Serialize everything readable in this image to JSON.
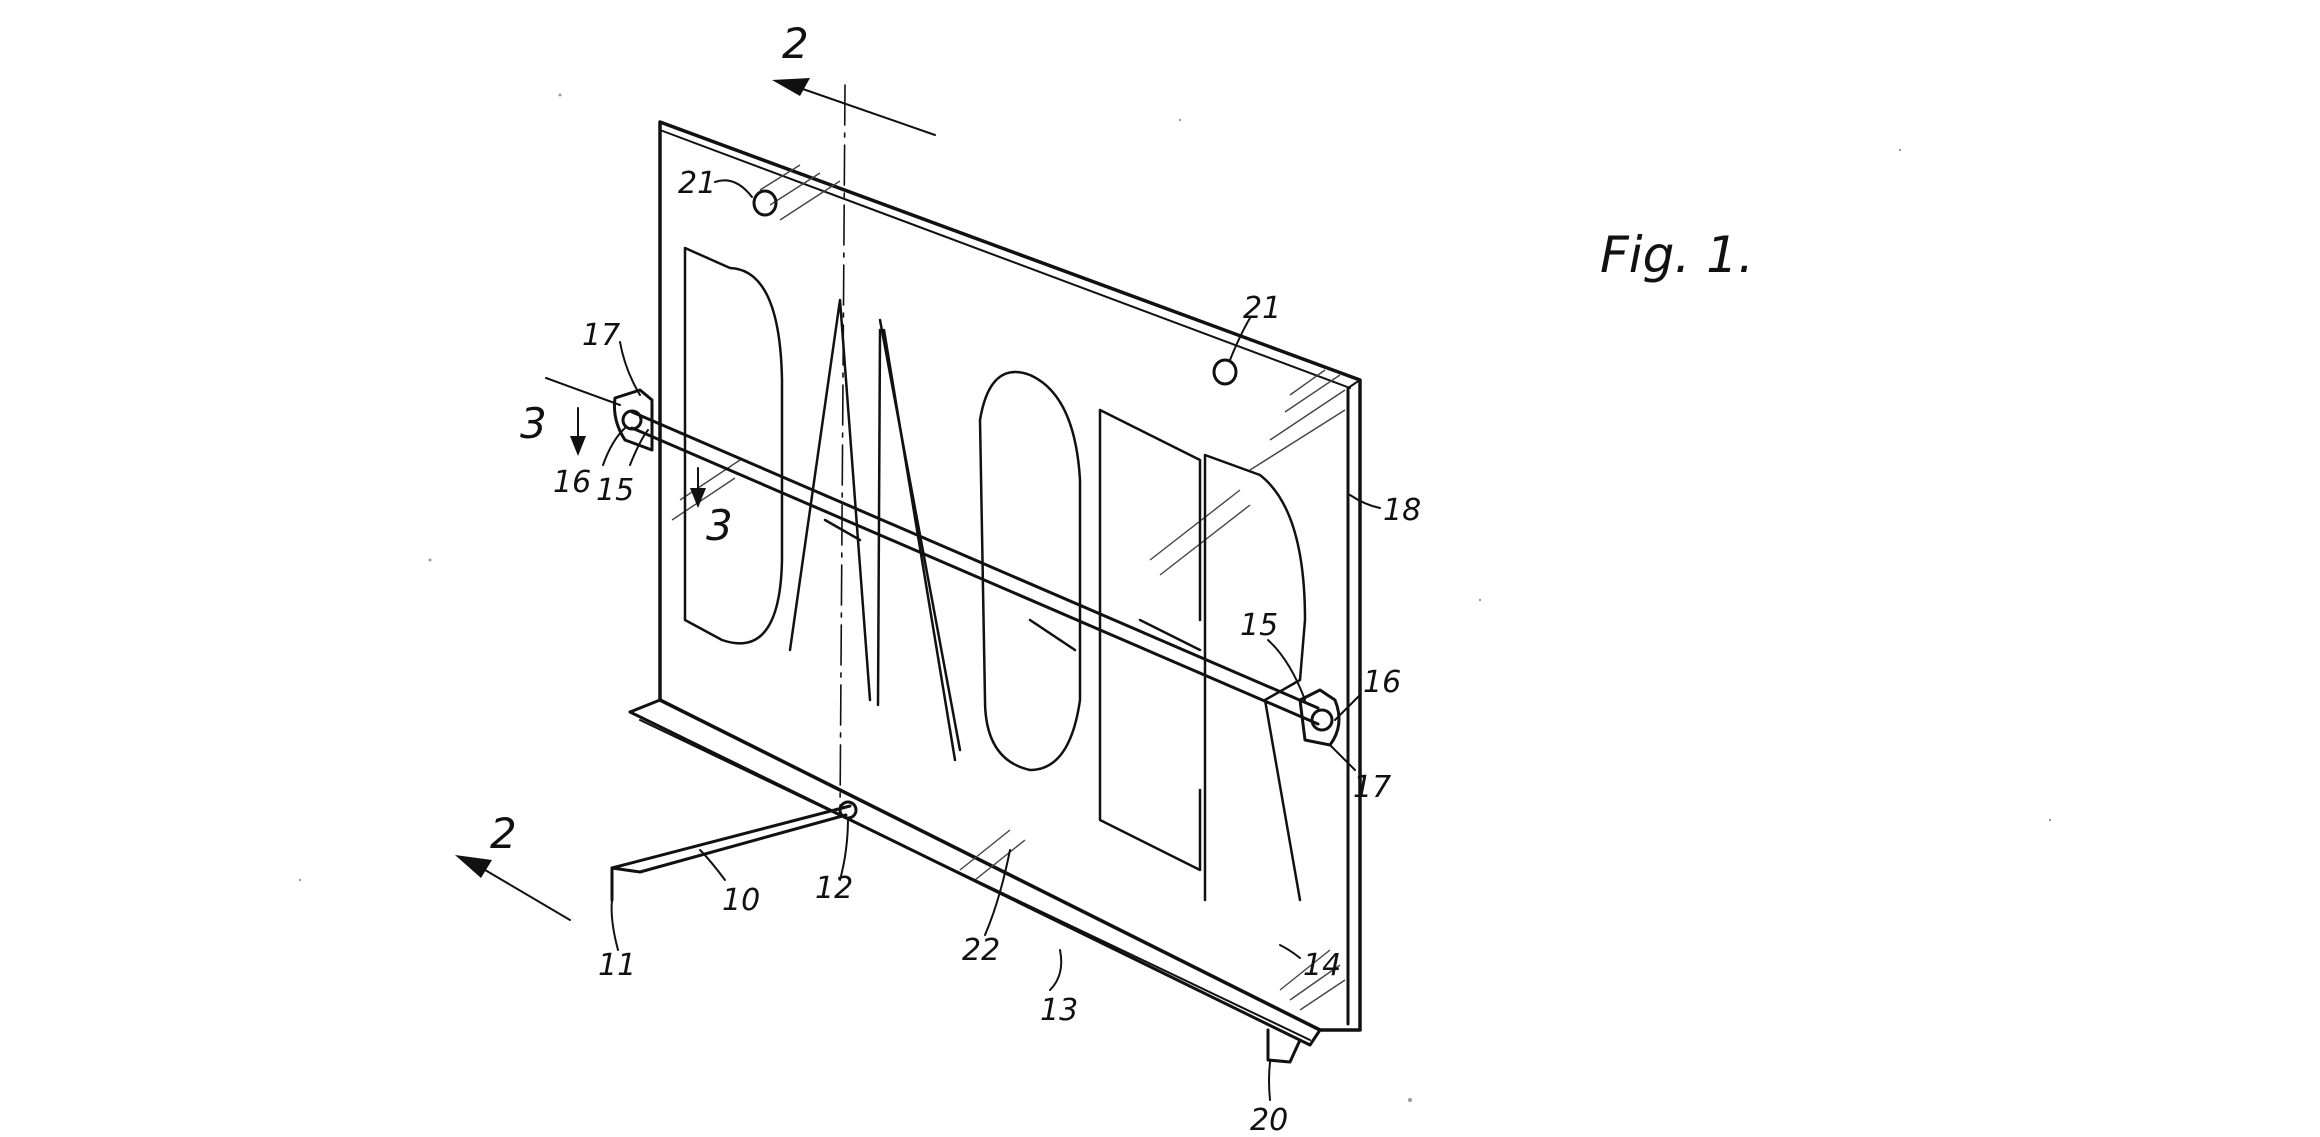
{
  "figure": {
    "label": "Fig. 1.",
    "sign_text": "DANGER",
    "section_markers": {
      "section_2_top": "2",
      "section_2_bottom": "2",
      "section_3_left": "3",
      "section_3_right": "3"
    },
    "reference_numerals": {
      "n10": "10",
      "n11": "11",
      "n12": "12",
      "n13": "13",
      "n14": "14",
      "n15_left": "15",
      "n15_right": "15",
      "n16_left": "16",
      "n16_right": "16",
      "n17_left": "17",
      "n17_right": "17",
      "n18": "18",
      "n20": "20",
      "n21_left": "21",
      "n21_right": "21",
      "n22": "22"
    }
  },
  "colors": {
    "ink": "#111111",
    "paper": "#ffffff"
  }
}
